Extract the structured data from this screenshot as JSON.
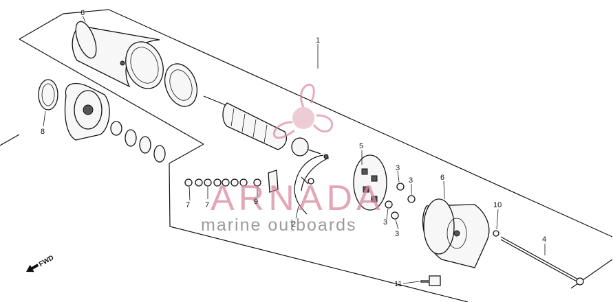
{
  "callouts": [
    "1",
    "2",
    "3",
    "3",
    "3",
    "3",
    "4",
    "5",
    "6",
    "6",
    "7",
    "7",
    "8",
    "9",
    "10",
    "11"
  ],
  "watermark": {
    "brand": "ARNADA",
    "tagline": "marine outboards",
    "brand_color": "#d98aa0"
  },
  "direction_label": "FWD"
}
